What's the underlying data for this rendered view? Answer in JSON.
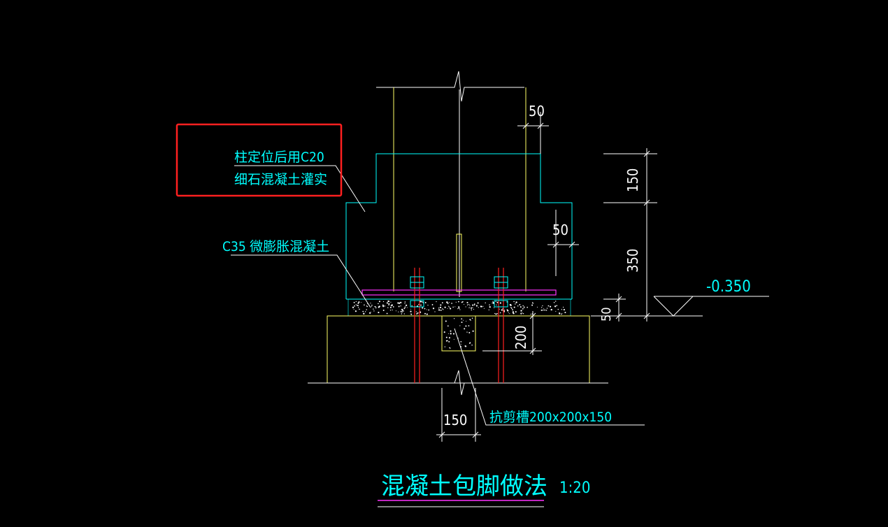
{
  "drawing": {
    "title": "混凝土包脚做法",
    "scale": "1:20",
    "annotations": {
      "grout_note_line1": "柱定位后用C20",
      "grout_note_line2": "细石混凝土灌实",
      "concrete_note": "C35 微膨胀混凝土",
      "shear_slot_note": "抗剪槽200x200x150"
    },
    "dimensions": {
      "top_offset": "50",
      "side_offset": "50",
      "height_upper": "150",
      "height_lower": "350",
      "base_layer": "50",
      "slot_depth": "200",
      "slot_width": "150"
    },
    "elevation": "-0.350"
  },
  "colors": {
    "background": "#000000",
    "cyan": "#00ffff",
    "yellow": "#ffff66",
    "white": "#ffffff",
    "magenta": "#ff33ff",
    "red": "#ff2020",
    "highlight_box": "#ff2020"
  }
}
